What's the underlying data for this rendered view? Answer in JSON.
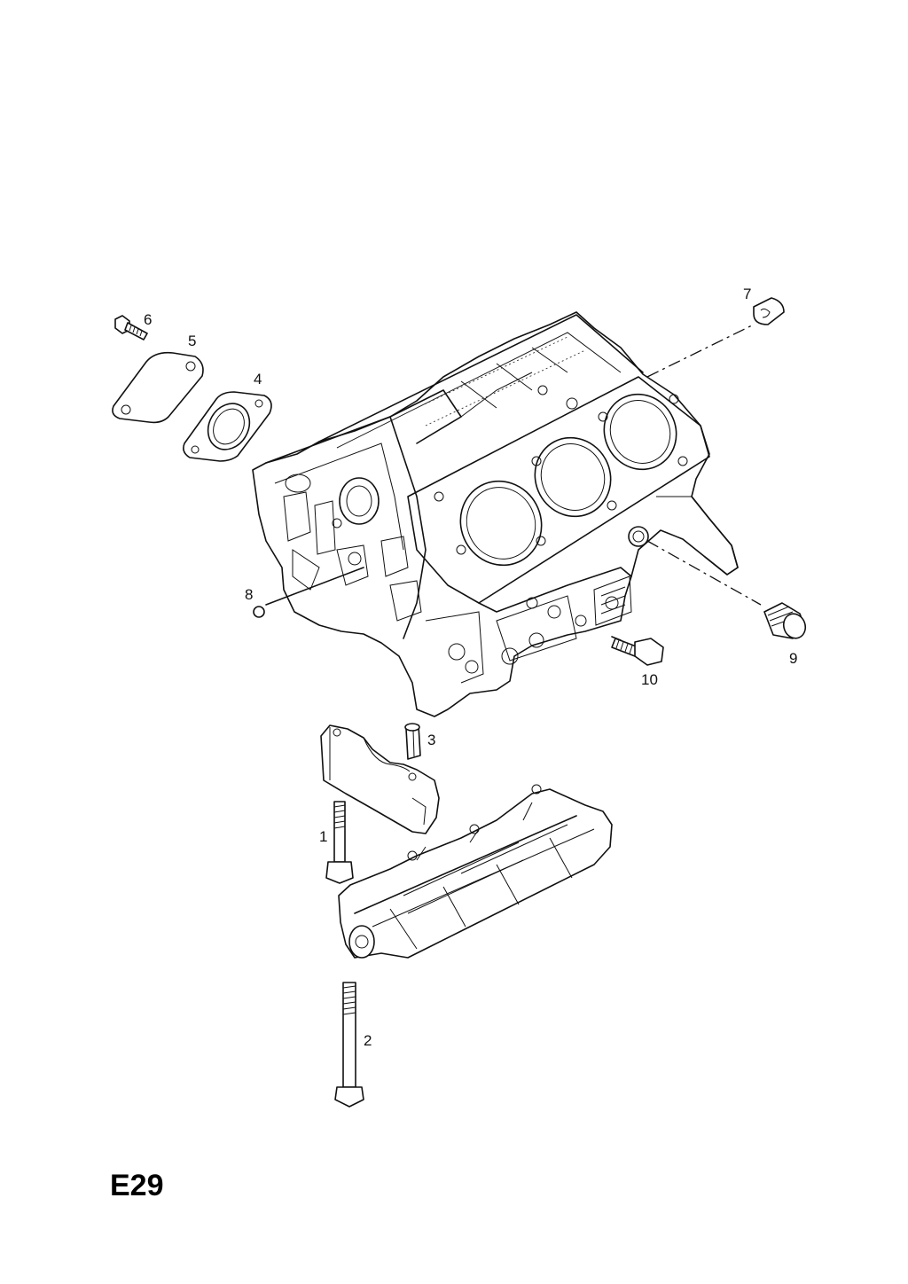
{
  "page_code": "E29",
  "callouts": {
    "c1": "1",
    "c2": "2",
    "c3": "3",
    "c4": "4",
    "c5": "5",
    "c6": "6",
    "c7": "7",
    "c8": "8",
    "c9": "9",
    "c10": "10"
  }
}
